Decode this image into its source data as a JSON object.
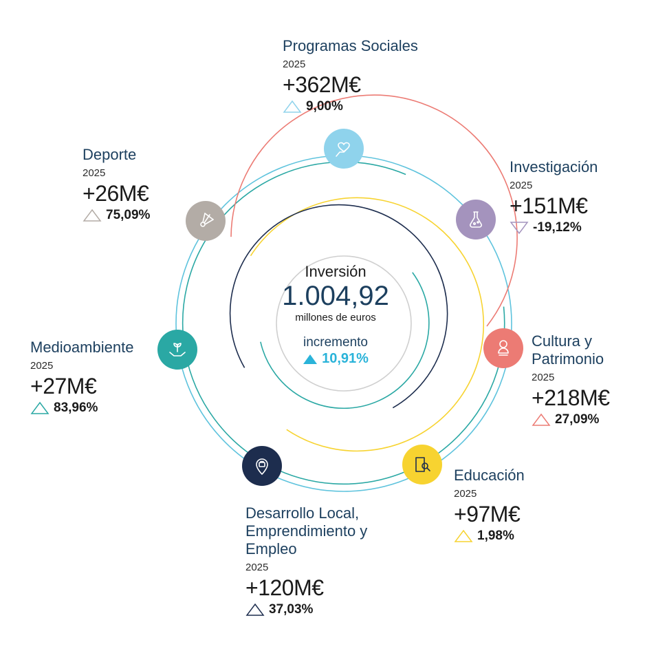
{
  "center": {
    "label": "Inversión",
    "value": "1.004,92",
    "unit": "millones de euros",
    "increment_label": "incremento",
    "increment_pct": "10,91%",
    "color": "#2ab3d9"
  },
  "categories": [
    {
      "id": "programas",
      "title": "Programas Sociales",
      "year": "2025",
      "amount": "+362M€",
      "pct": "9,00%",
      "direction": "up",
      "color": "#8fd3ec",
      "icon": "hand-heart-icon"
    },
    {
      "id": "investigacion",
      "title": "Investigación",
      "year": "2025",
      "amount": "+151M€",
      "pct": "-19,12%",
      "direction": "down",
      "color": "#a493bd",
      "icon": "flask-icon"
    },
    {
      "id": "cultura",
      "title": "Cultura y Patrimonio",
      "year": "2025",
      "amount": "+218M€",
      "pct": "27,09%",
      "direction": "up",
      "color": "#ec7b74",
      "icon": "bust-icon"
    },
    {
      "id": "educacion",
      "title": "Educación",
      "year": "2025",
      "amount": "+97M€",
      "pct": "1,98%",
      "direction": "up",
      "color": "#f7d330",
      "icon": "book-search-icon"
    },
    {
      "id": "desarrollo",
      "title": "Desarrollo Local, Emprendimiento y Empleo",
      "year": "2025",
      "amount": "+120M€",
      "pct": "37,03%",
      "direction": "up",
      "color": "#1d2d4e",
      "icon": "briefcase-pin-icon"
    },
    {
      "id": "medio",
      "title": "Medioambiente",
      "year": "2025",
      "amount": "+27M€",
      "pct": "83,96%",
      "direction": "up",
      "color": "#2aa8a4",
      "icon": "plant-hands-icon"
    },
    {
      "id": "deporte",
      "title": "Deporte",
      "year": "2025",
      "amount": "+26M€",
      "pct": "75,09%",
      "direction": "up",
      "color": "#b3aca6",
      "icon": "shuttlecock-icon"
    }
  ]
}
